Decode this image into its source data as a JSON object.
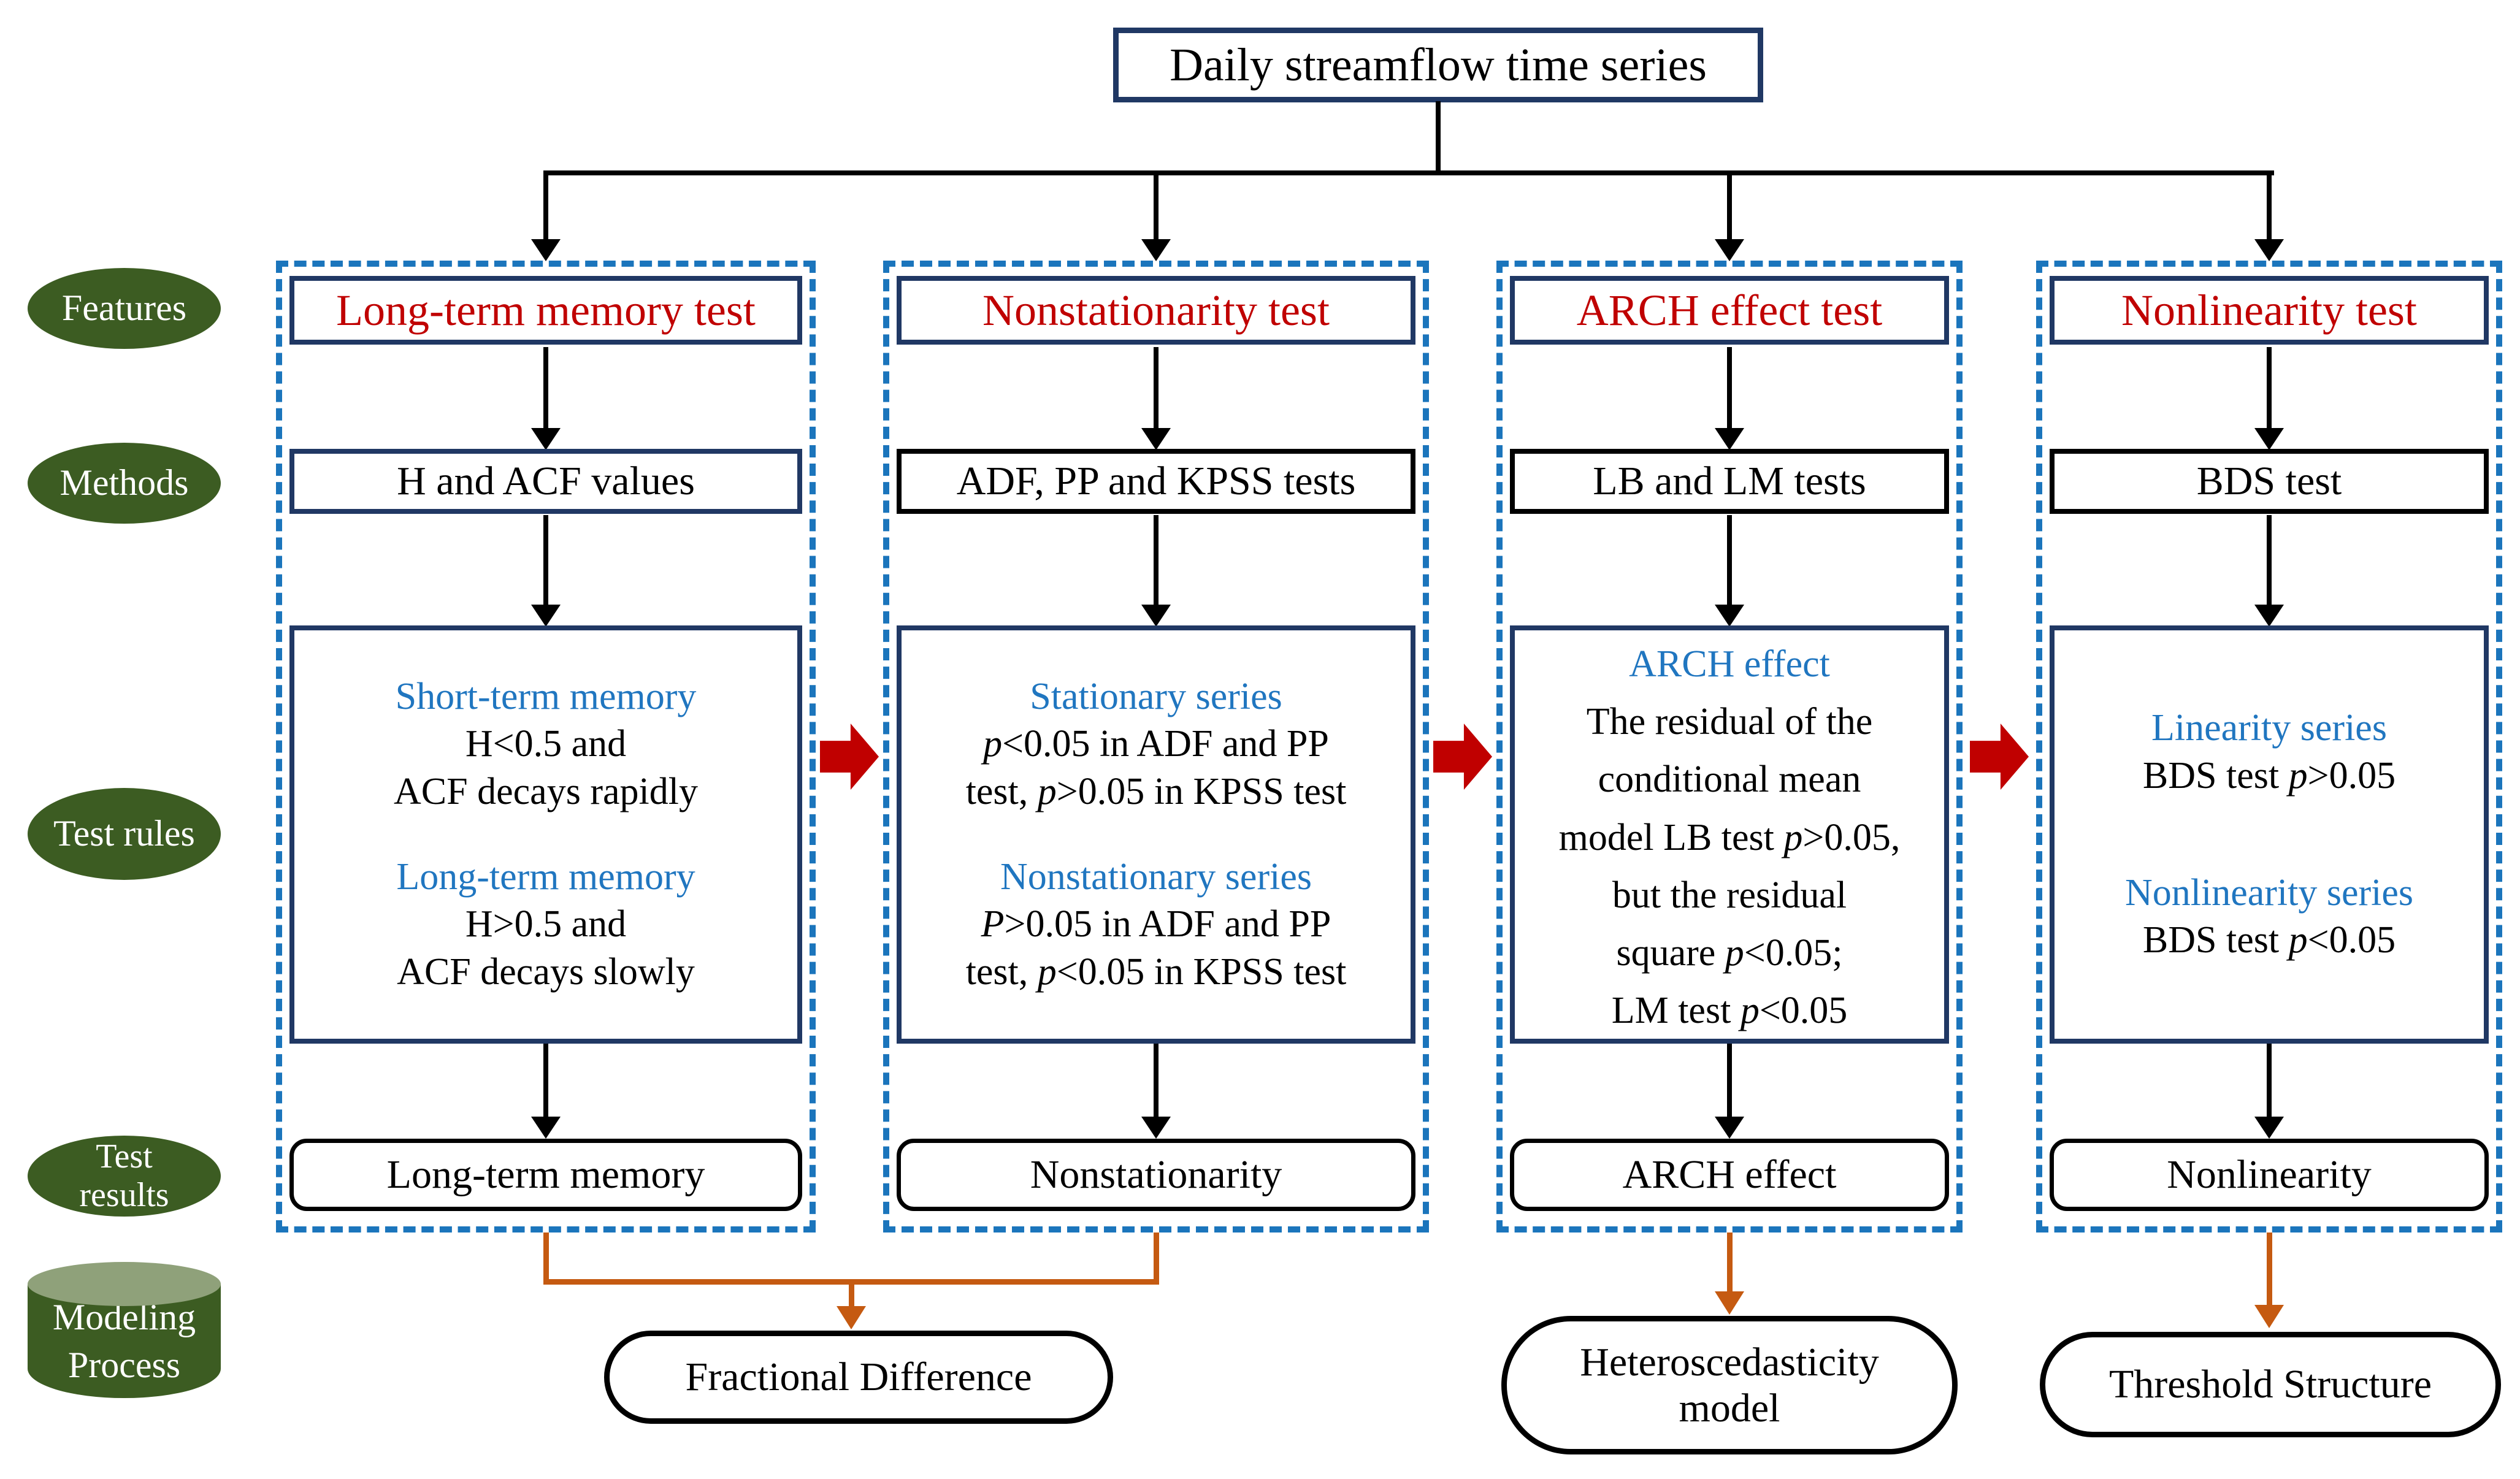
{
  "title": "Daily streamflow time series",
  "row_labels": [
    {
      "shape": "ellipse",
      "lines": [
        "Features"
      ]
    },
    {
      "shape": "ellipse",
      "lines": [
        "Methods"
      ]
    },
    {
      "shape": "ellipse",
      "lines": [
        "Test rules"
      ]
    },
    {
      "shape": "ellipse",
      "lines": [
        "Test",
        "results"
      ]
    },
    {
      "shape": "cylinder",
      "lines": [
        "Modeling",
        "Process"
      ]
    }
  ],
  "columns": [
    {
      "feature": "Long-term memory test",
      "method": "H and ACF values",
      "rule_groups": [
        {
          "heading": "Short-term memory",
          "lines": [
            [
              "H<0.5 and"
            ],
            [
              "ACF decays rapidly"
            ]
          ]
        },
        {
          "heading": "Long-term memory",
          "lines": [
            [
              "H>0.5 and"
            ],
            [
              "ACF decays slowly"
            ]
          ]
        }
      ],
      "result": "Long-term memory"
    },
    {
      "feature": "Nonstationarity test",
      "method": "ADF, PP and KPSS tests",
      "rule_groups": [
        {
          "heading": "Stationary series",
          "lines": [
            [
              {
                "i": "p"
              },
              "<0.05 in ADF and PP"
            ],
            [
              "test, ",
              {
                "i": "p"
              },
              ">0.05 in KPSS test"
            ]
          ]
        },
        {
          "heading": "Nonstationary series",
          "lines": [
            [
              {
                "i": "P"
              },
              ">0.05 in ADF and PP"
            ],
            [
              "test, ",
              {
                "i": "p"
              },
              "<0.05 in KPSS test"
            ]
          ]
        }
      ],
      "result": "Nonstationarity"
    },
    {
      "feature": "ARCH effect test",
      "method": "LB and LM tests",
      "rule_groups": [
        {
          "heading": "ARCH effect",
          "lines": [
            [
              "The residual of the"
            ],
            [
              "conditional mean"
            ],
            [
              "model LB test ",
              {
                "i": "p"
              },
              ">0.05,"
            ],
            [
              "but the residual"
            ],
            [
              "square ",
              {
                "i": "p"
              },
              "<0.05;"
            ],
            [
              "LM test ",
              {
                "i": "p"
              },
              "<0.05"
            ]
          ]
        }
      ],
      "result": "ARCH effect"
    },
    {
      "feature": "Nonlinearity test",
      "method": "BDS test",
      "rule_groups": [
        {
          "heading": "Linearity series",
          "lines": [
            [
              "BDS test ",
              {
                "i": "p"
              },
              ">0.05"
            ]
          ]
        },
        {
          "heading": "Nonlinearity series",
          "lines": [
            [
              "BDS test ",
              {
                "i": "p"
              },
              "<0.05"
            ]
          ]
        }
      ],
      "result": "Nonlinearity"
    }
  ],
  "outputs": [
    {
      "lines": [
        "Fractional Difference"
      ]
    },
    {
      "lines": [
        "Heteroscedasticity",
        "model"
      ]
    },
    {
      "lines": [
        "Threshold Structure"
      ]
    }
  ],
  "colors": {
    "dashed_border_blue": "#1b75bc",
    "box_border_navy": "#203864",
    "feature_text_red": "#c00000",
    "rule_heading_blue": "#2076c0",
    "connector_orange": "#c55a11",
    "label_green": "#3c5c22",
    "cylinder_top_green": "#8fa17a",
    "arrow_black": "#000000"
  }
}
